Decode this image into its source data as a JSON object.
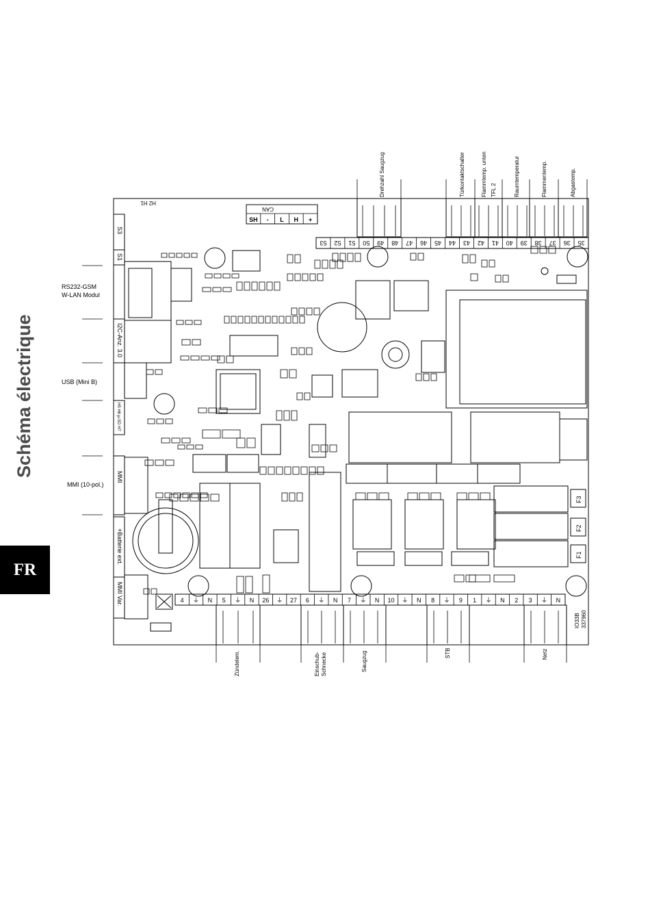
{
  "page": {
    "title": "Schéma électrique",
    "lang_badge": "FR"
  },
  "side_labels": {
    "rs232": "RS232-GSM",
    "wlan": "W-LAN Modul",
    "usb": "USB (Mini B)",
    "mmi": "MMI (10-pol.)"
  },
  "board_left_labels": {
    "s3": "S3",
    "s1": "S1",
    "i2c": "I2C-Anz. 3.0",
    "h_sd": "H5 H6 µ-SD H7",
    "mmi": "MMI",
    "batterie": "+Batterie ext.",
    "mmi_var": "MMI Var.",
    "h2h1": "H2 H1"
  },
  "can_block": {
    "label": "CAN",
    "pins": [
      "SH",
      "-",
      "L",
      "H",
      "+"
    ]
  },
  "top_terminals": [
    "53",
    "52",
    "51",
    "50",
    "49",
    "48",
    "47",
    "46",
    "45",
    "44",
    "43",
    "42",
    "41",
    "40",
    "39",
    "38",
    "37",
    "36",
    "35"
  ],
  "top_connector_labels": {
    "drehzahl": "Drehzahl Saugzug",
    "tuerkontakt": "Türkontaktschalter",
    "flammtemp_unten": "Flammtemp. unten",
    "tfl2": "TFL 2",
    "raumtemp": "Raumtemperatur",
    "flammtemp": "Flammentemp.",
    "abgastemp": "Abgastemp."
  },
  "bottom_terminals": [
    "4",
    "⏚",
    "N",
    "5",
    "⏚",
    "N",
    "26",
    "⏚",
    "27",
    "6",
    "⏚",
    "N",
    "7",
    "⏚",
    "N",
    "10",
    "⏚",
    "N",
    "8",
    "⏚",
    "9",
    "1",
    "⏚",
    "N",
    "2",
    "3",
    "⏚",
    "N"
  ],
  "bottom_connector_labels": {
    "zuend": "Zündelem.",
    "einschub_1": "Einschub-",
    "einschub_2": "Schnecke",
    "saugzug": "Saugzug",
    "stb": "STB",
    "netz": "Netz"
  },
  "fuses": [
    "F3",
    "F2",
    "F1"
  ],
  "board_code": {
    "model": "IO33B",
    "number": "337960"
  },
  "colors": {
    "ink": "#000000",
    "title_gray": "#4a4a4a",
    "badge_bg": "#000000",
    "badge_fg": "#ffffff"
  }
}
